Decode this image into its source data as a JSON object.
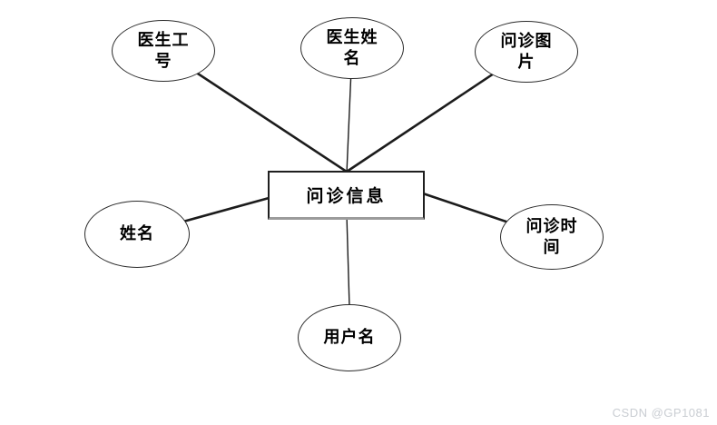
{
  "diagram": {
    "type": "er-attribute-diagram",
    "entity": {
      "label": "问诊信息"
    },
    "attributes": [
      {
        "id": "doctor-id",
        "label": "医生工号"
      },
      {
        "id": "doctor-name",
        "label": "医生姓名"
      },
      {
        "id": "consult-image",
        "label": "问诊图片"
      },
      {
        "id": "name",
        "label": "姓名"
      },
      {
        "id": "consult-time",
        "label": "问诊时间"
      },
      {
        "id": "username",
        "label": "用户名"
      }
    ],
    "colors": {
      "background": "#ffffff",
      "node_stroke": "#2b2b2b",
      "connector": "#1c1c1c",
      "entity_shadow": "#9b9b9b",
      "text": "#000000",
      "watermark": "#c9cdd2"
    }
  },
  "watermark": {
    "text": "CSDN @GP1081"
  }
}
